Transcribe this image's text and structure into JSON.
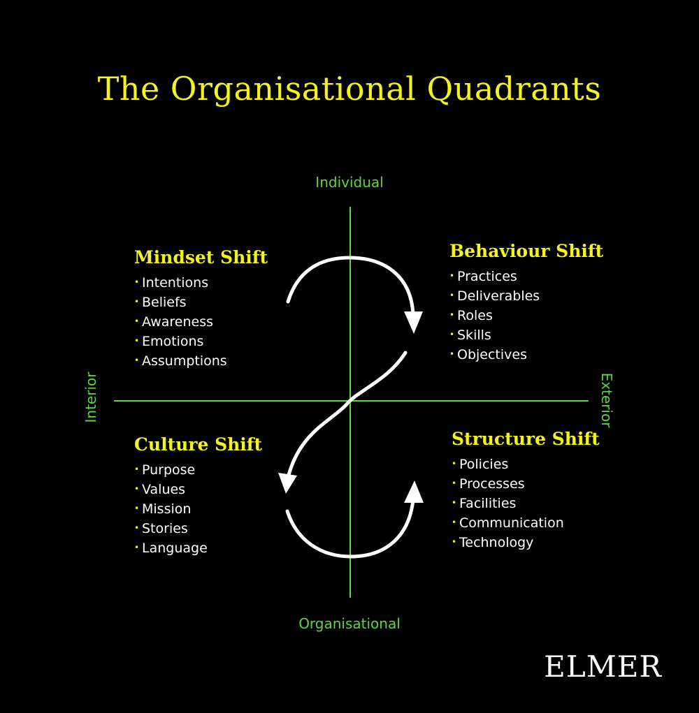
{
  "title": "The Organisational Quadrants",
  "axes": {
    "top": "Individual",
    "bottom": "Organisational",
    "left": "Interior",
    "right": "Exterior"
  },
  "quadrants": {
    "top_left": {
      "title": "Mindset Shift",
      "items": [
        "Intentions",
        "Beliefs",
        "Awareness",
        "Emotions",
        "Assumptions"
      ]
    },
    "top_right": {
      "title": "Behaviour Shift",
      "items": [
        "Practices",
        "Deliverables",
        "Roles",
        "Skills",
        "Objectives"
      ]
    },
    "bottom_left": {
      "title": "Culture Shift",
      "items": [
        "Purpose",
        "Values",
        "Mission",
        "Stories",
        "Language"
      ]
    },
    "bottom_right": {
      "title": "Structure Shift",
      "items": [
        "Policies",
        "Processes",
        "Facilities",
        "Communication",
        "Technology"
      ]
    }
  },
  "logo": "ELMER",
  "colors": {
    "background": "#000000",
    "title": "#f4f41c",
    "axis": "#5cd838",
    "arrow": "#ffffff",
    "text": "#ffffff"
  }
}
